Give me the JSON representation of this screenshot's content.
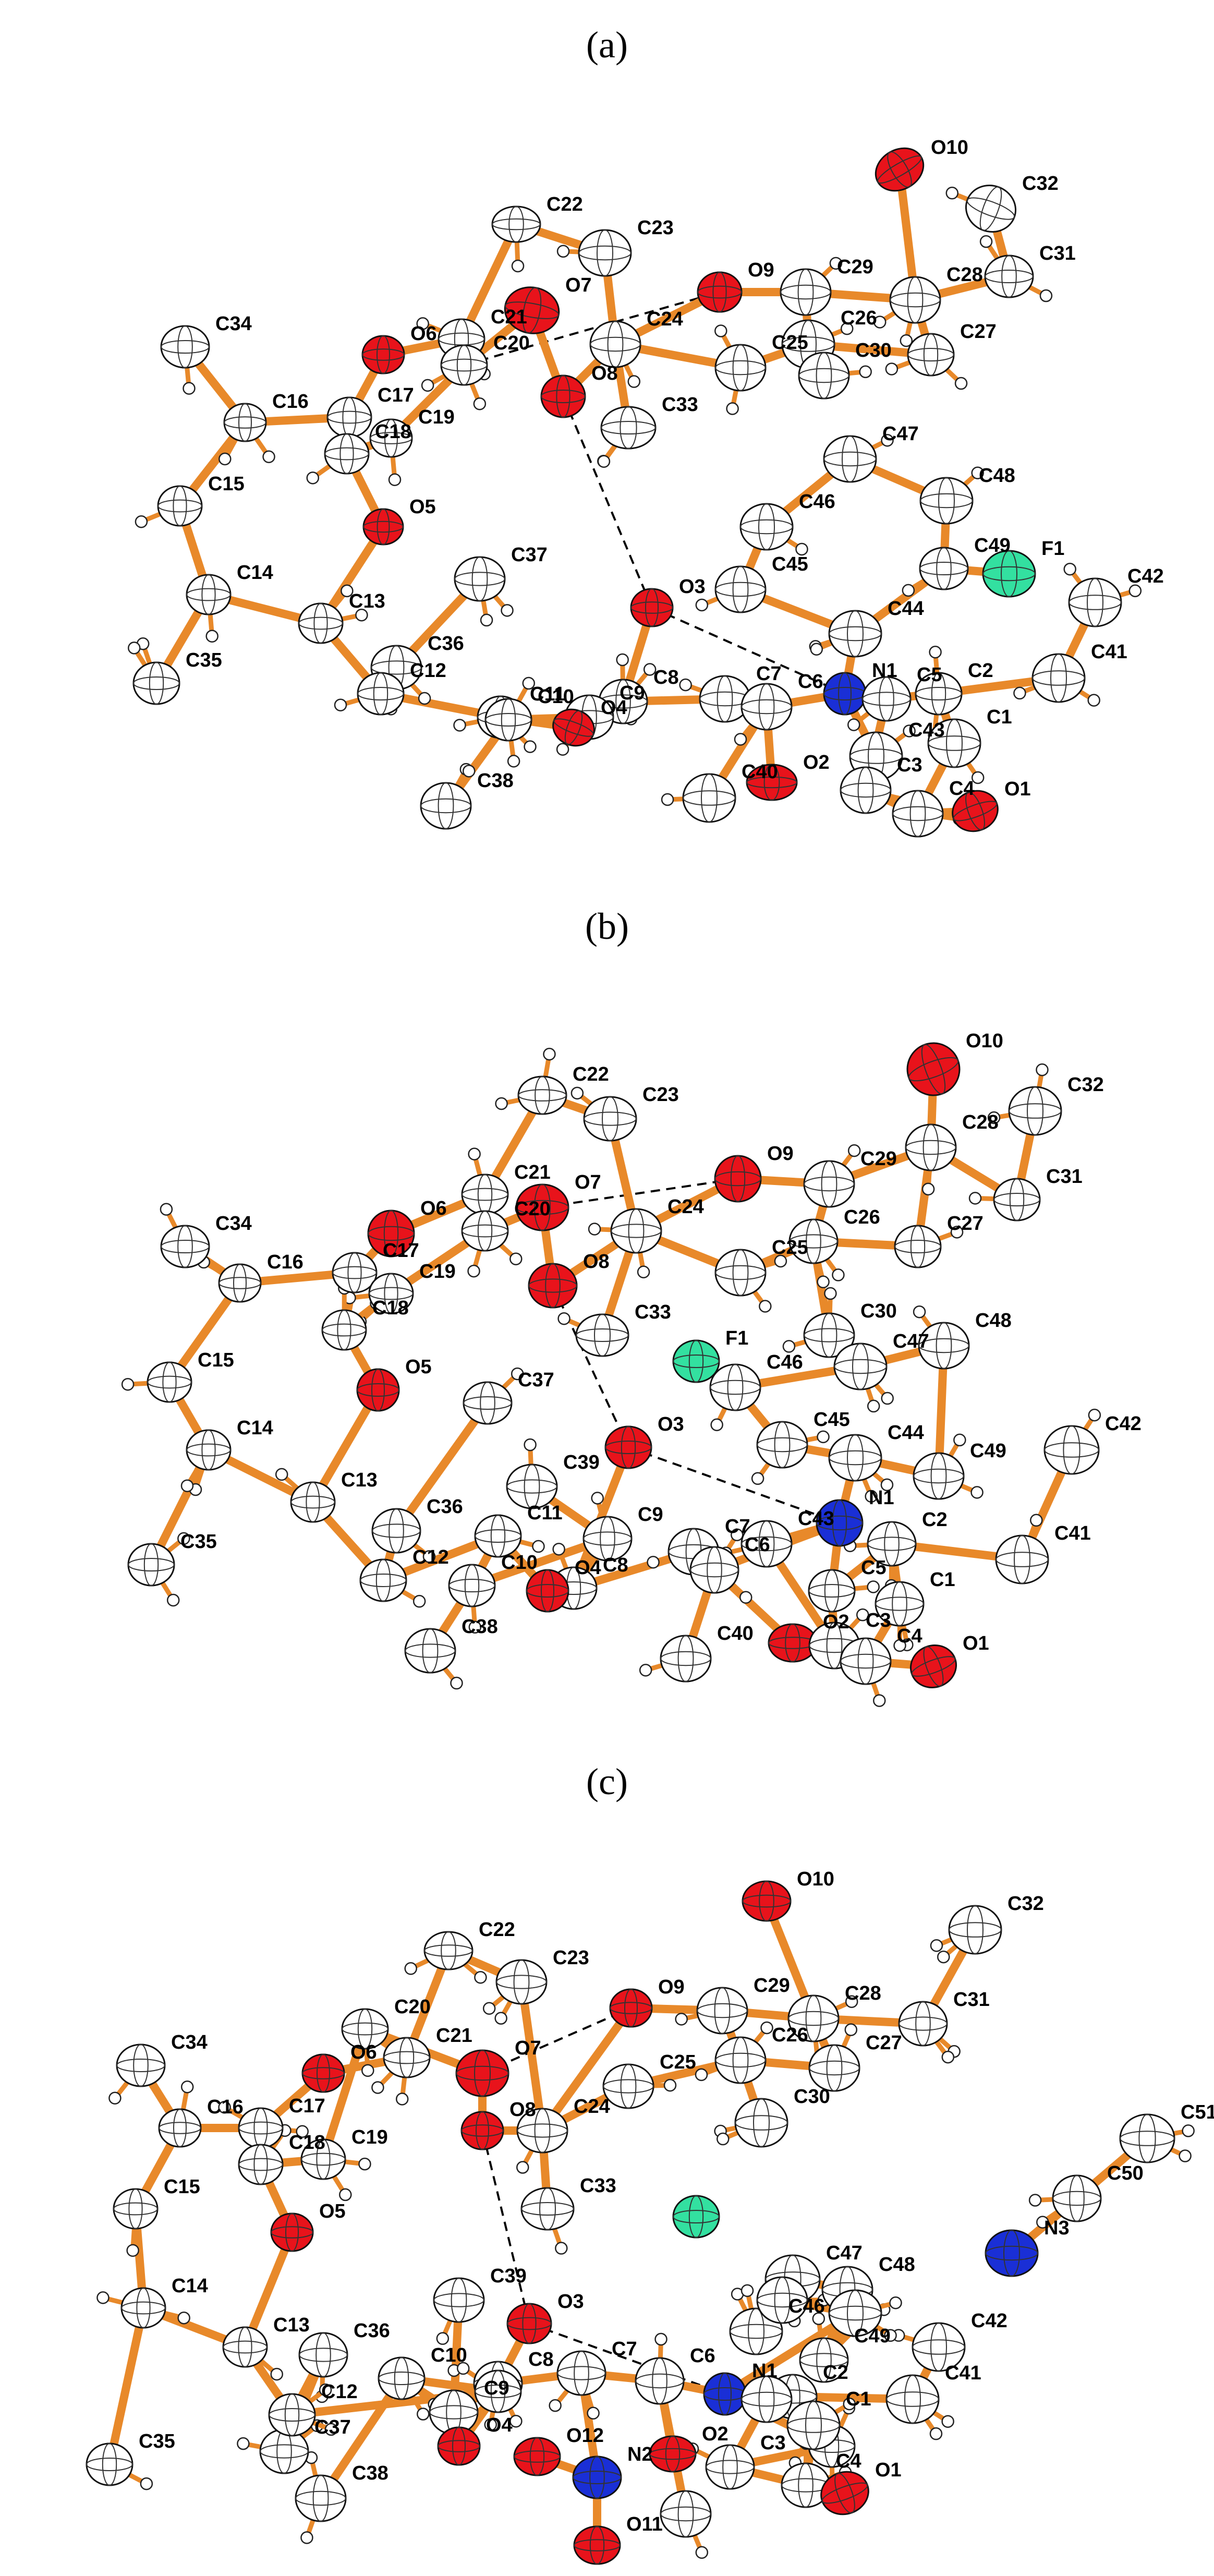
{
  "figure": {
    "panels": [
      {
        "label": "(a)",
        "label_letter": "a",
        "atom_labels": [
          "O10",
          "C32",
          "C22",
          "C23",
          "O9",
          "C29",
          "C28",
          "C31",
          "O7",
          "C34",
          "O6",
          "C21",
          "C24",
          "C26",
          "C27",
          "C20",
          "C25",
          "C30",
          "C17",
          "C16",
          "O8",
          "C33",
          "C47",
          "C48",
          "C19",
          "C18",
          "O5",
          "C37",
          "C46",
          "C49",
          "F1",
          "C42",
          "C15",
          "C45",
          "C44",
          "O3",
          "C14",
          "C36",
          "C13",
          "C8",
          "C7",
          "C6",
          "N1",
          "C5",
          "C2",
          "C9",
          "C41",
          "C12",
          "C11",
          "C43",
          "C1",
          "C35",
          "C10",
          "O4",
          "O2",
          "C3",
          "C4",
          "O1",
          "C38",
          "C40"
        ]
      },
      {
        "label": "(b)",
        "label_letter": "b",
        "atom_labels": [
          "O10",
          "C22",
          "C23",
          "C32",
          "C28",
          "O9",
          "C29",
          "C21",
          "O7",
          "C34",
          "O6",
          "C31",
          "C24",
          "C26",
          "C27",
          "C20",
          "C17",
          "O8",
          "C25",
          "C16",
          "C19",
          "C30",
          "C48",
          "F1",
          "C33",
          "C46",
          "C47",
          "C18",
          "C15",
          "O5",
          "C37",
          "C45",
          "C44",
          "C14",
          "C39",
          "O3",
          "C49",
          "C42",
          "C36",
          "C13",
          "C11",
          "C9",
          "C7",
          "C43",
          "N1",
          "C2",
          "C35",
          "C12",
          "C41",
          "C10",
          "O4",
          "C8",
          "C6",
          "C5",
          "C1",
          "C3",
          "C38",
          "O2",
          "C40",
          "C4",
          "O1"
        ]
      },
      {
        "label": "(c)",
        "label_letter": "c",
        "atom_labels": [
          "O10",
          "C22",
          "C32",
          "C23",
          "C29",
          "C28",
          "O9",
          "C31",
          "C20",
          "C34",
          "O6",
          "C26",
          "C27",
          "C21",
          "O7",
          "C25",
          "C17",
          "C16",
          "C24",
          "C51",
          "C19",
          "C30",
          "C18",
          "O8",
          "C50",
          "C15",
          "O5",
          "C33",
          "N3",
          "C47",
          "C48",
          "C14",
          "C39",
          "O3",
          "C46",
          "C13",
          "C36",
          "C49",
          "C42",
          "C7",
          "C6",
          "N1",
          "C10",
          "C8",
          "C2",
          "C41",
          "C12",
          "C9",
          "C1",
          "C37",
          "O4",
          "O2",
          "O12",
          "N2",
          "C3",
          "C4",
          "O1",
          "C35",
          "C38",
          "O11"
        ]
      }
    ],
    "colors": {
      "bond": "#e8892a",
      "carbon": "#ffffff",
      "oxygen": "#e8131b",
      "nitrogen": "#1a2fd6",
      "fluorine": "#33e0a0",
      "hbond": "#000000"
    }
  }
}
